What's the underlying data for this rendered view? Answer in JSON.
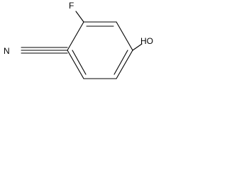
{
  "molecule": {
    "atoms": {
      "fluorine": "F",
      "nitrogen": "N",
      "hydroxyl": "HO"
    },
    "colors": {
      "ink": "#000000",
      "background": "#ffffff"
    }
  }
}
